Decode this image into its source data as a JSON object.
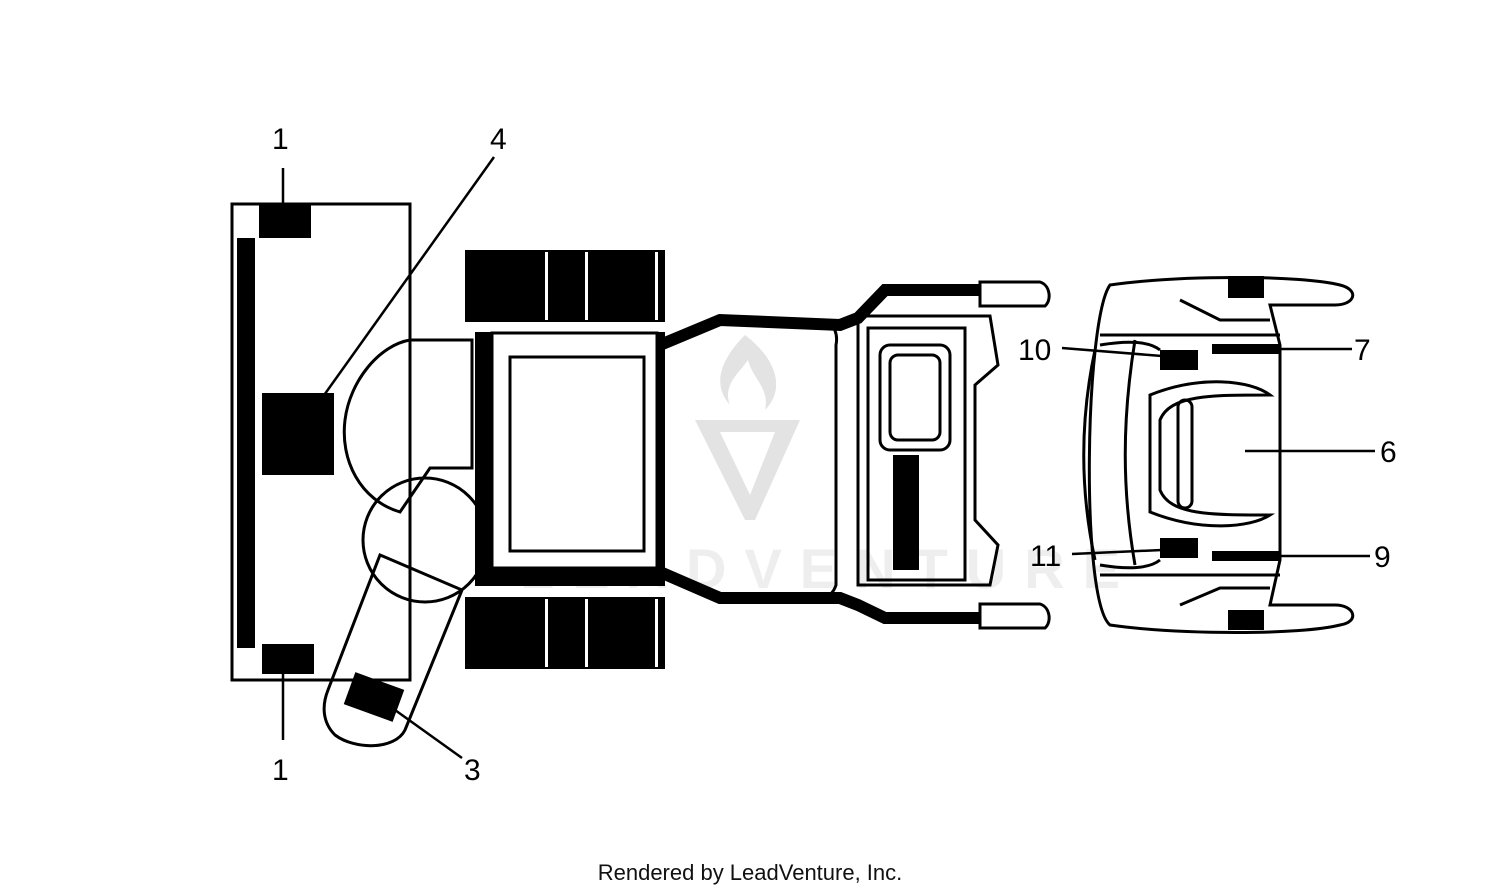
{
  "callouts": {
    "c1_top": "1",
    "c1_bottom": "1",
    "c3": "3",
    "c4": "4",
    "c6": "6",
    "c7": "7",
    "c9": "9",
    "c10": "10",
    "c11": "11"
  },
  "footer": {
    "credit": "Rendered by LeadVenture, Inc."
  },
  "colors": {
    "line": "#000000",
    "background": "#ffffff",
    "watermark": "#e3e3e3"
  }
}
